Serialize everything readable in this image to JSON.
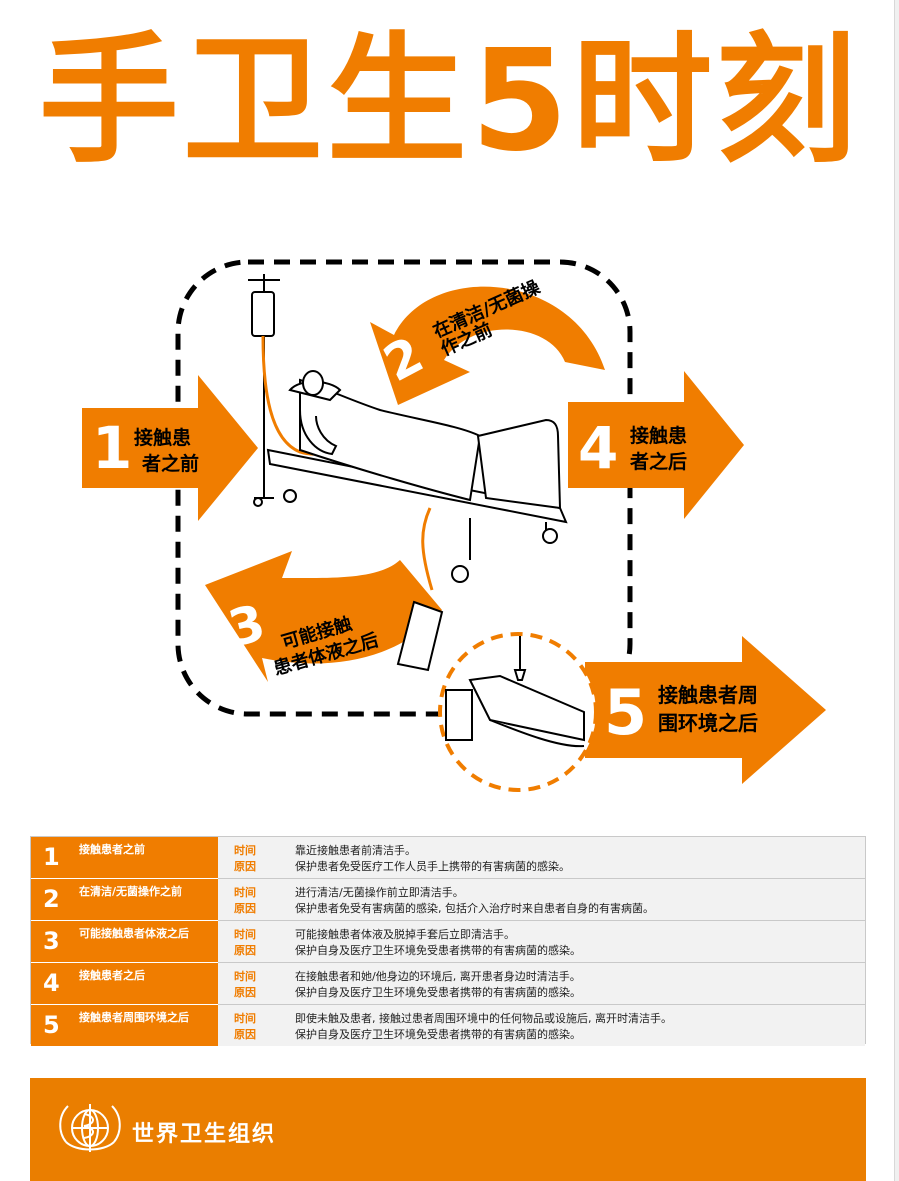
{
  "title": "手卫生5时刻",
  "moments": {
    "m1": {
      "num": "1",
      "line1": "接触患",
      "line2": "者之前"
    },
    "m2": {
      "num": "2",
      "line1": "在清洁/无菌操",
      "line2": "作之前"
    },
    "m3": {
      "num": "3",
      "line1": "可能接触",
      "line2": "患者体液之后"
    },
    "m4": {
      "num": "4",
      "line1": "接触患",
      "line2": "者之后"
    },
    "m5": {
      "num": "5",
      "line1": "接触患者周",
      "line2": "围环境之后"
    }
  },
  "table": {
    "when_label": "时间",
    "why_label": "原因",
    "rows": [
      {
        "num": "1",
        "label": "接触患者之前",
        "when": "靠近接触患者前清洁手。",
        "why": "保护患者免受医疗工作人员手上携带的有害病菌的感染。"
      },
      {
        "num": "2",
        "label": "在清洁/无菌操作之前",
        "when": "进行清洁/无菌操作前立即清洁手。",
        "why": "保护患者免受有害病菌的感染, 包括介入治疗时来自患者自身的有害病菌。"
      },
      {
        "num": "3",
        "label": "可能接触患者体液之后",
        "when": "可能接触患者体液及脱掉手套后立即清洁手。",
        "why": "保护自身及医疗卫生环境免受患者携带的有害病菌的感染。"
      },
      {
        "num": "4",
        "label": "接触患者之后",
        "when": "在接触患者和她/他身边的环境后, 离开患者身边时清洁手。",
        "why": "保护自身及医疗卫生环境免受患者携带的有害病菌的感染。"
      },
      {
        "num": "5",
        "label": "接触患者周围环境之后",
        "when": "即使未触及患者, 接触过患者周围环境中的任何物品或设施后, 离开时清洁手。",
        "why": "保护自身及医疗卫生环境免受患者携带的有害病菌的感染。"
      }
    ]
  },
  "footer": {
    "org_name": "世界卫生组织"
  },
  "colors": {
    "accent": "#f07d00",
    "footer": "#ea7e00",
    "row_bg": "#f2f2f2"
  },
  "icons": [
    "who-emblem-icon"
  ]
}
